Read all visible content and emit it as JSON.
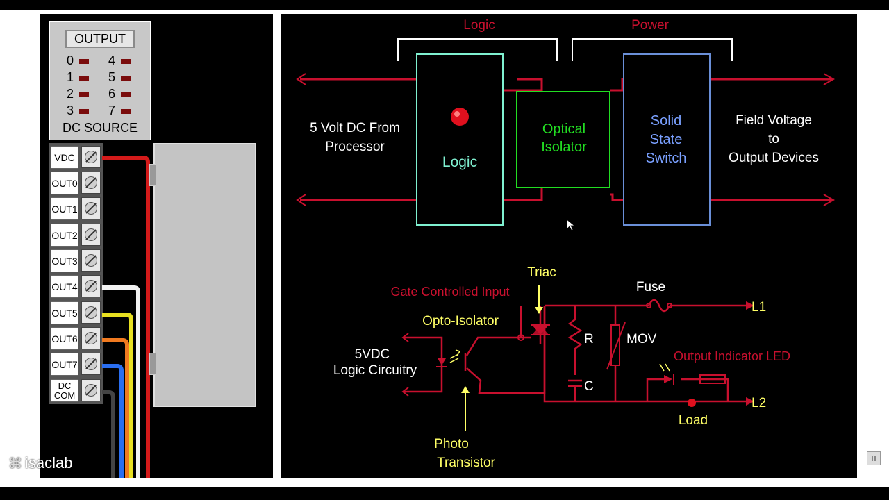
{
  "output_module": {
    "title": "OUTPUT",
    "leds": [
      "0",
      "1",
      "2",
      "3",
      "4",
      "5",
      "6",
      "7"
    ],
    "source_label": "DC SOURCE"
  },
  "terminals": [
    "VDC",
    "OUT0",
    "OUT1",
    "OUT2",
    "OUT3",
    "OUT4",
    "OUT5",
    "OUT6",
    "OUT7",
    "DC\nCOM"
  ],
  "watermark": "isaclab",
  "block_diagram": {
    "header_logic": "Logic",
    "header_power": "Power",
    "input_label_1": "5 Volt DC From",
    "input_label_2": "Processor",
    "logic_box": "Logic",
    "optical_1": "Optical",
    "optical_2": "Isolator",
    "switch_1": "Solid",
    "switch_2": "State",
    "switch_3": "Switch",
    "output_1": "Field Voltage",
    "output_2": "to",
    "output_3": "Output Devices"
  },
  "schematic": {
    "triac": "Triac",
    "gate_input": "Gate Controlled Input",
    "fuse": "Fuse",
    "l1": "L1",
    "l2": "L2",
    "opto": "Opto-Isolator",
    "r": "R",
    "c": "C",
    "mov": "MOV",
    "vdc_1": "5VDC",
    "vdc_2": "Logic Circuitry",
    "led_label": "Output Indicator LED",
    "load": "Load",
    "photo_1": "Photo",
    "photo_2": "Transistor"
  },
  "colors": {
    "wire_red": "#c8102e",
    "label_yellow": "#ffff66",
    "logic_box_border": "#7ff0d0",
    "optical_box_border": "#22dd22",
    "switch_box_border": "#6a8fd8",
    "switch_text": "#7aa0ff"
  }
}
